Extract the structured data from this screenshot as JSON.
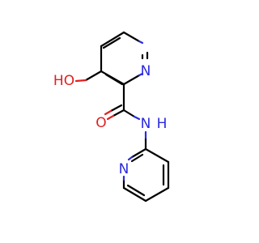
{
  "atoms": {
    "n_top_ring": "N",
    "hydroxyl": "HO",
    "carbonyl_o": "O",
    "amide_n": "N",
    "amide_h": "H",
    "n_bottom_ring": "N"
  },
  "colors": {
    "nitrogen": "#2a2ae0",
    "oxygen": "#e02020",
    "carbon_bond": "#000000",
    "background": "#ffffff"
  }
}
